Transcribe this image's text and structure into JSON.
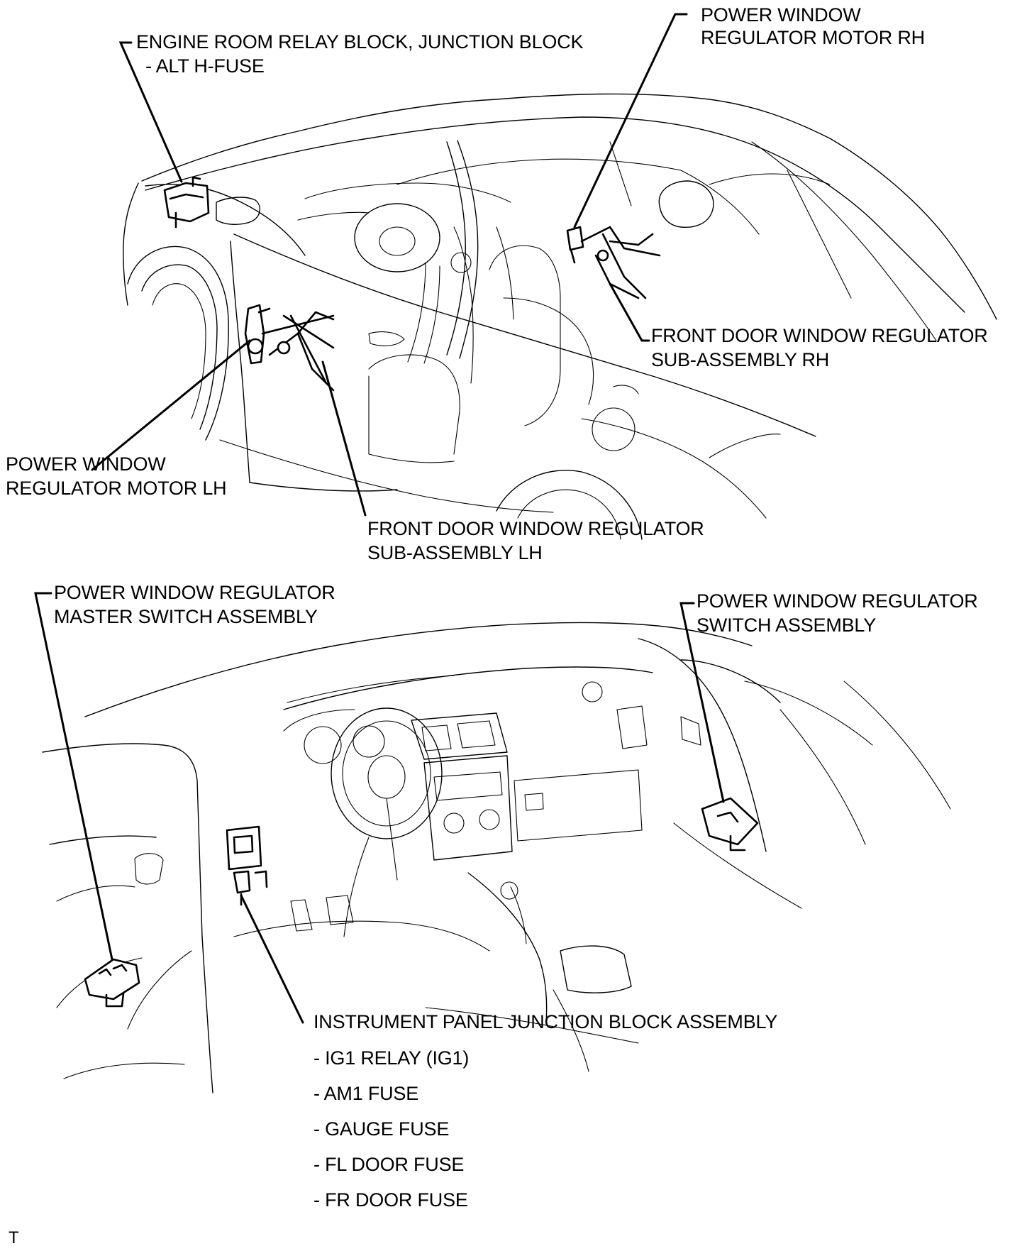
{
  "labels": {
    "engine_room_relay": "ENGINE ROOM RELAY BLOCK, JUNCTION BLOCK",
    "engine_room_relay_sub": "- ALT H-FUSE",
    "pw_motor_rh_1": "POWER WINDOW",
    "pw_motor_rh_2": "REGULATOR MOTOR RH",
    "front_door_rh_1": "FRONT DOOR WINDOW REGULATOR",
    "front_door_rh_2": "SUB-ASSEMBLY RH",
    "pw_motor_lh_1": "POWER WINDOW",
    "pw_motor_lh_2": "REGULATOR MOTOR LH",
    "front_door_lh_1": "FRONT DOOR WINDOW REGULATOR",
    "front_door_lh_2": "SUB-ASSEMBLY LH",
    "master_switch_1": "POWER WINDOW REGULATOR",
    "master_switch_2": "MASTER SWITCH ASSEMBLY",
    "pw_switch_1": "POWER WINDOW REGULATOR",
    "pw_switch_2": "SWITCH ASSEMBLY",
    "ip_junction": "INSTRUMENT PANEL JUNCTION BLOCK ASSEMBLY",
    "ip_items": [
      "- IG1 RELAY (IG1)",
      "- AM1 FUSE",
      "- GAUGE FUSE",
      "- FL DOOR FUSE",
      "- FR DOOR FUSE"
    ],
    "corner_mark": "T"
  }
}
